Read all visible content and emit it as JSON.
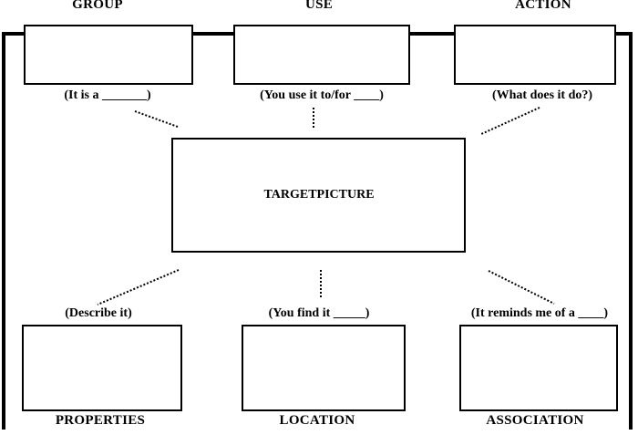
{
  "top": {
    "group": {
      "heading": "GROUP",
      "caption": "(It is a _______)"
    },
    "use": {
      "heading": "USE",
      "caption": "(You use it to/for ____)"
    },
    "action": {
      "heading": "ACTION",
      "caption": "(What does it do?)"
    }
  },
  "center": {
    "label": "TARGETPICTURE"
  },
  "bottom": {
    "properties": {
      "heading": "PROPERTIES",
      "caption": "(Describe it)"
    },
    "location": {
      "heading": "LOCATION",
      "caption": "(You find it _____)"
    },
    "association": {
      "heading": "ASSOCIATION",
      "caption": "(It reminds me of a ____)"
    }
  }
}
